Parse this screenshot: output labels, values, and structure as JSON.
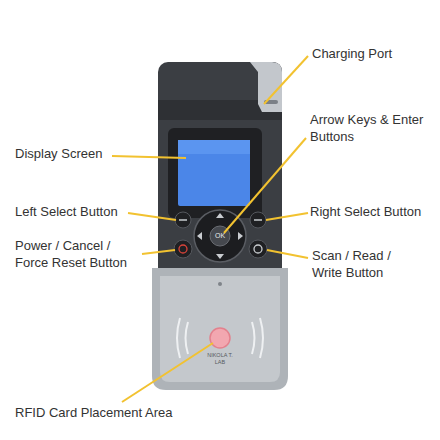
{
  "diagram": {
    "labels": [
      "Charging Port",
      "Arrow Keys & Enter Buttons",
      "Display Screen",
      "Left Select Button",
      "Right Select Button",
      "Power / Cancel / Force Reset Button",
      "Scan / Read / Write Button",
      "RFID Card Placement Area",
      "OK",
      "NIKOLA T. LAB"
    ]
  }
}
